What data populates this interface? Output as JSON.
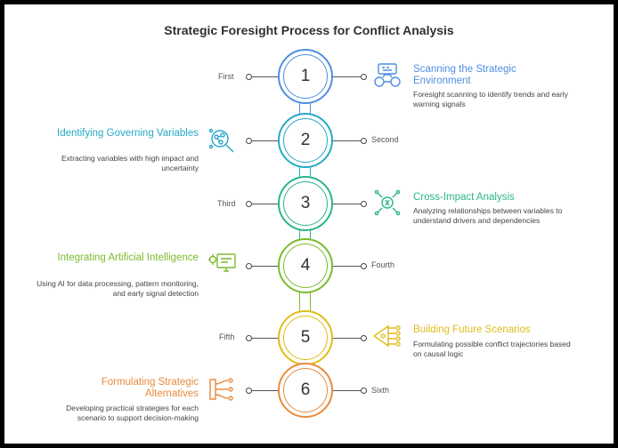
{
  "title": "Strategic Foresight Process for Conflict Analysis",
  "steps": [
    {
      "number": "1",
      "ordinal": "First",
      "heading": "Scanning the Strategic Environment",
      "description": "Foresight scanning to identify trends and early warning signals",
      "color": "#4f8ee0",
      "icon": "binoculars-icon"
    },
    {
      "number": "2",
      "ordinal": "Second",
      "heading": "Identifying Governing Variables",
      "description": "Extracting variables with high impact and uncertainty",
      "color": "#26a9c6",
      "icon": "magnifier-network-icon"
    },
    {
      "number": "3",
      "ordinal": "Third",
      "heading": "Cross-Impact Analysis",
      "description": "Analyzing relationships between variables to understand drivers and dependencies",
      "color": "#2bb48c",
      "icon": "cross-impact-icon"
    },
    {
      "number": "4",
      "ordinal": "Fourth",
      "heading": "Integrating Artificial Intelligence",
      "description": "Using AI for data processing, pattern monitoring, and early signal detection",
      "color": "#7cbb2e",
      "icon": "ai-monitor-icon"
    },
    {
      "number": "5",
      "ordinal": "Fifth",
      "heading": "Building Future Scenarios",
      "description": "Formulating possible conflict trajectories based on causal logic",
      "color": "#e0bc1a",
      "icon": "scenario-funnel-icon"
    },
    {
      "number": "6",
      "ordinal": "Sixth",
      "heading": "Formulating Strategic Alternatives",
      "description": "Developing practical strategies for each scenario to support decision-making",
      "color": "#e88a3c",
      "icon": "strategy-paths-icon"
    }
  ]
}
